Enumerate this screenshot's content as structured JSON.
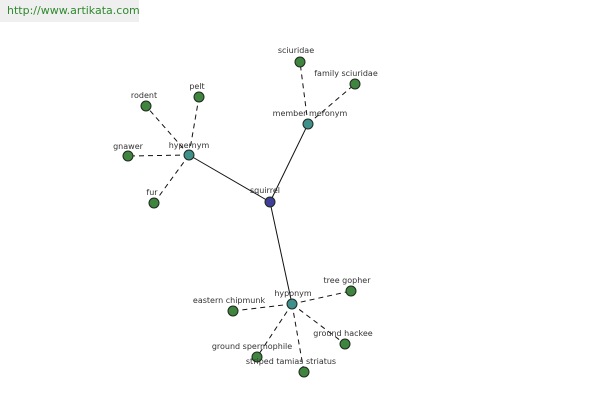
{
  "header": {
    "site_url": "http://www.artikata.com"
  },
  "colors": {
    "root_node": "#3f3f98",
    "relation_node": "#3f8f8a",
    "word_node": "#3f843f",
    "node_border": "#1e2a1e",
    "edge": "#111111"
  },
  "graph": {
    "root": {
      "id": "squirrel",
      "label": "squirrel",
      "kind": "root"
    },
    "relations": [
      {
        "id": "hypernym",
        "label": "hypernym",
        "kind": "relation"
      },
      {
        "id": "member-meronym",
        "label": "member meronym",
        "kind": "relation"
      },
      {
        "id": "hyponym",
        "label": "hyponym",
        "kind": "relation"
      }
    ],
    "words": [
      {
        "id": "rodent",
        "label": "rodent",
        "parent": "hypernym"
      },
      {
        "id": "pelt",
        "label": "pelt",
        "parent": "hypernym"
      },
      {
        "id": "gnawer",
        "label": "gnawer",
        "parent": "hypernym"
      },
      {
        "id": "fur",
        "label": "fur",
        "parent": "hypernym"
      },
      {
        "id": "sciuridae",
        "label": "sciuridae",
        "parent": "member-meronym"
      },
      {
        "id": "family-sciuridae",
        "label": "family sciuridae",
        "parent": "member-meronym"
      },
      {
        "id": "tree-gopher",
        "label": "tree gopher",
        "parent": "hyponym"
      },
      {
        "id": "eastern-chipmunk",
        "label": "eastern chipmunk",
        "parent": "hyponym"
      },
      {
        "id": "ground-hackee",
        "label": "ground hackee",
        "parent": "hyponym"
      },
      {
        "id": "ground-spermophile",
        "label": "ground spermophile",
        "parent": "hyponym"
      },
      {
        "id": "striped-tamias-striatus",
        "label": "striped tamias striatus",
        "parent": "hyponym"
      }
    ]
  }
}
